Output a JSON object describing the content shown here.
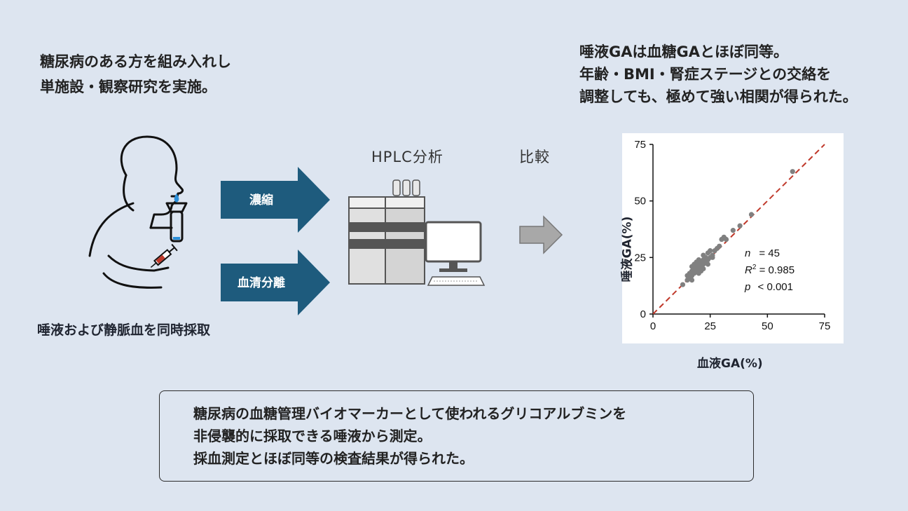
{
  "intro": {
    "lines": [
      "糖尿病のある方を組み入れし",
      "単施設・観察研究を実施。"
    ]
  },
  "result": {
    "lines": [
      "唾液GAは血糖GAとほぼ同等。",
      "年齢・BMI・腎症ステージとの交絡を",
      "調整しても、極めて強い相関が得られた。"
    ]
  },
  "collection_label": "唾液および静脈血を同時採取",
  "arrows": {
    "concentrate": "濃縮",
    "serum": "血清分離"
  },
  "hplc_label": "HPLC分析",
  "compare_label": "比較",
  "summary": {
    "lines": [
      "糖尿病の血糖管理バイオマーカーとして使われるグリコアルブミンを",
      "非侵襲的に採取できる唾液から測定。",
      "採血測定とほぼ同等の検査結果が得られた。"
    ]
  },
  "colors": {
    "arrow": "#1e5b7d",
    "background": "#dde5f0",
    "points": "#808080",
    "regression": "#c0392b",
    "gray_arrow": "#a8a8a8"
  },
  "chart_data": {
    "type": "scatter",
    "xlabel": "血液GA(%)",
    "ylabel": "唾液GA(%)",
    "xlim": [
      0,
      75
    ],
    "ylim": [
      0,
      75
    ],
    "xticks": [
      "0",
      "25",
      "50",
      "75"
    ],
    "yticks": [
      "0",
      "25",
      "50",
      "75"
    ],
    "grid": false,
    "reference_line": "y=x (dashed)",
    "stats": {
      "n_label": "n",
      "n_value": "=  45",
      "r2_label": "R",
      "r2_sup": "2",
      "r2_value": " = 0.985",
      "p_label": "p",
      "p_value": " < 0.001"
    },
    "points": [
      [
        13,
        13
      ],
      [
        15,
        15
      ],
      [
        15,
        17
      ],
      [
        16,
        16
      ],
      [
        16,
        18
      ],
      [
        17,
        17
      ],
      [
        17,
        19
      ],
      [
        17,
        21
      ],
      [
        18,
        18
      ],
      [
        18,
        20
      ],
      [
        18,
        22
      ],
      [
        19,
        19
      ],
      [
        19,
        21
      ],
      [
        19,
        23
      ],
      [
        20,
        20
      ],
      [
        20,
        22
      ],
      [
        20,
        24
      ],
      [
        21,
        19
      ],
      [
        21,
        21
      ],
      [
        21,
        23
      ],
      [
        22,
        22
      ],
      [
        22,
        24
      ],
      [
        22,
        26
      ],
      [
        23,
        23
      ],
      [
        23,
        25
      ],
      [
        24,
        24
      ],
      [
        24,
        27
      ],
      [
        25,
        25
      ],
      [
        25,
        28
      ],
      [
        26,
        26
      ],
      [
        27,
        28
      ],
      [
        28,
        29
      ],
      [
        29,
        30
      ],
      [
        30,
        33
      ],
      [
        31,
        34
      ],
      [
        32,
        33
      ],
      [
        35,
        37
      ],
      [
        38,
        39
      ],
      [
        22,
        20
      ],
      [
        24,
        22
      ],
      [
        26,
        25
      ],
      [
        20,
        18
      ],
      [
        17,
        15
      ],
      [
        43,
        44
      ],
      [
        61,
        63
      ]
    ]
  }
}
